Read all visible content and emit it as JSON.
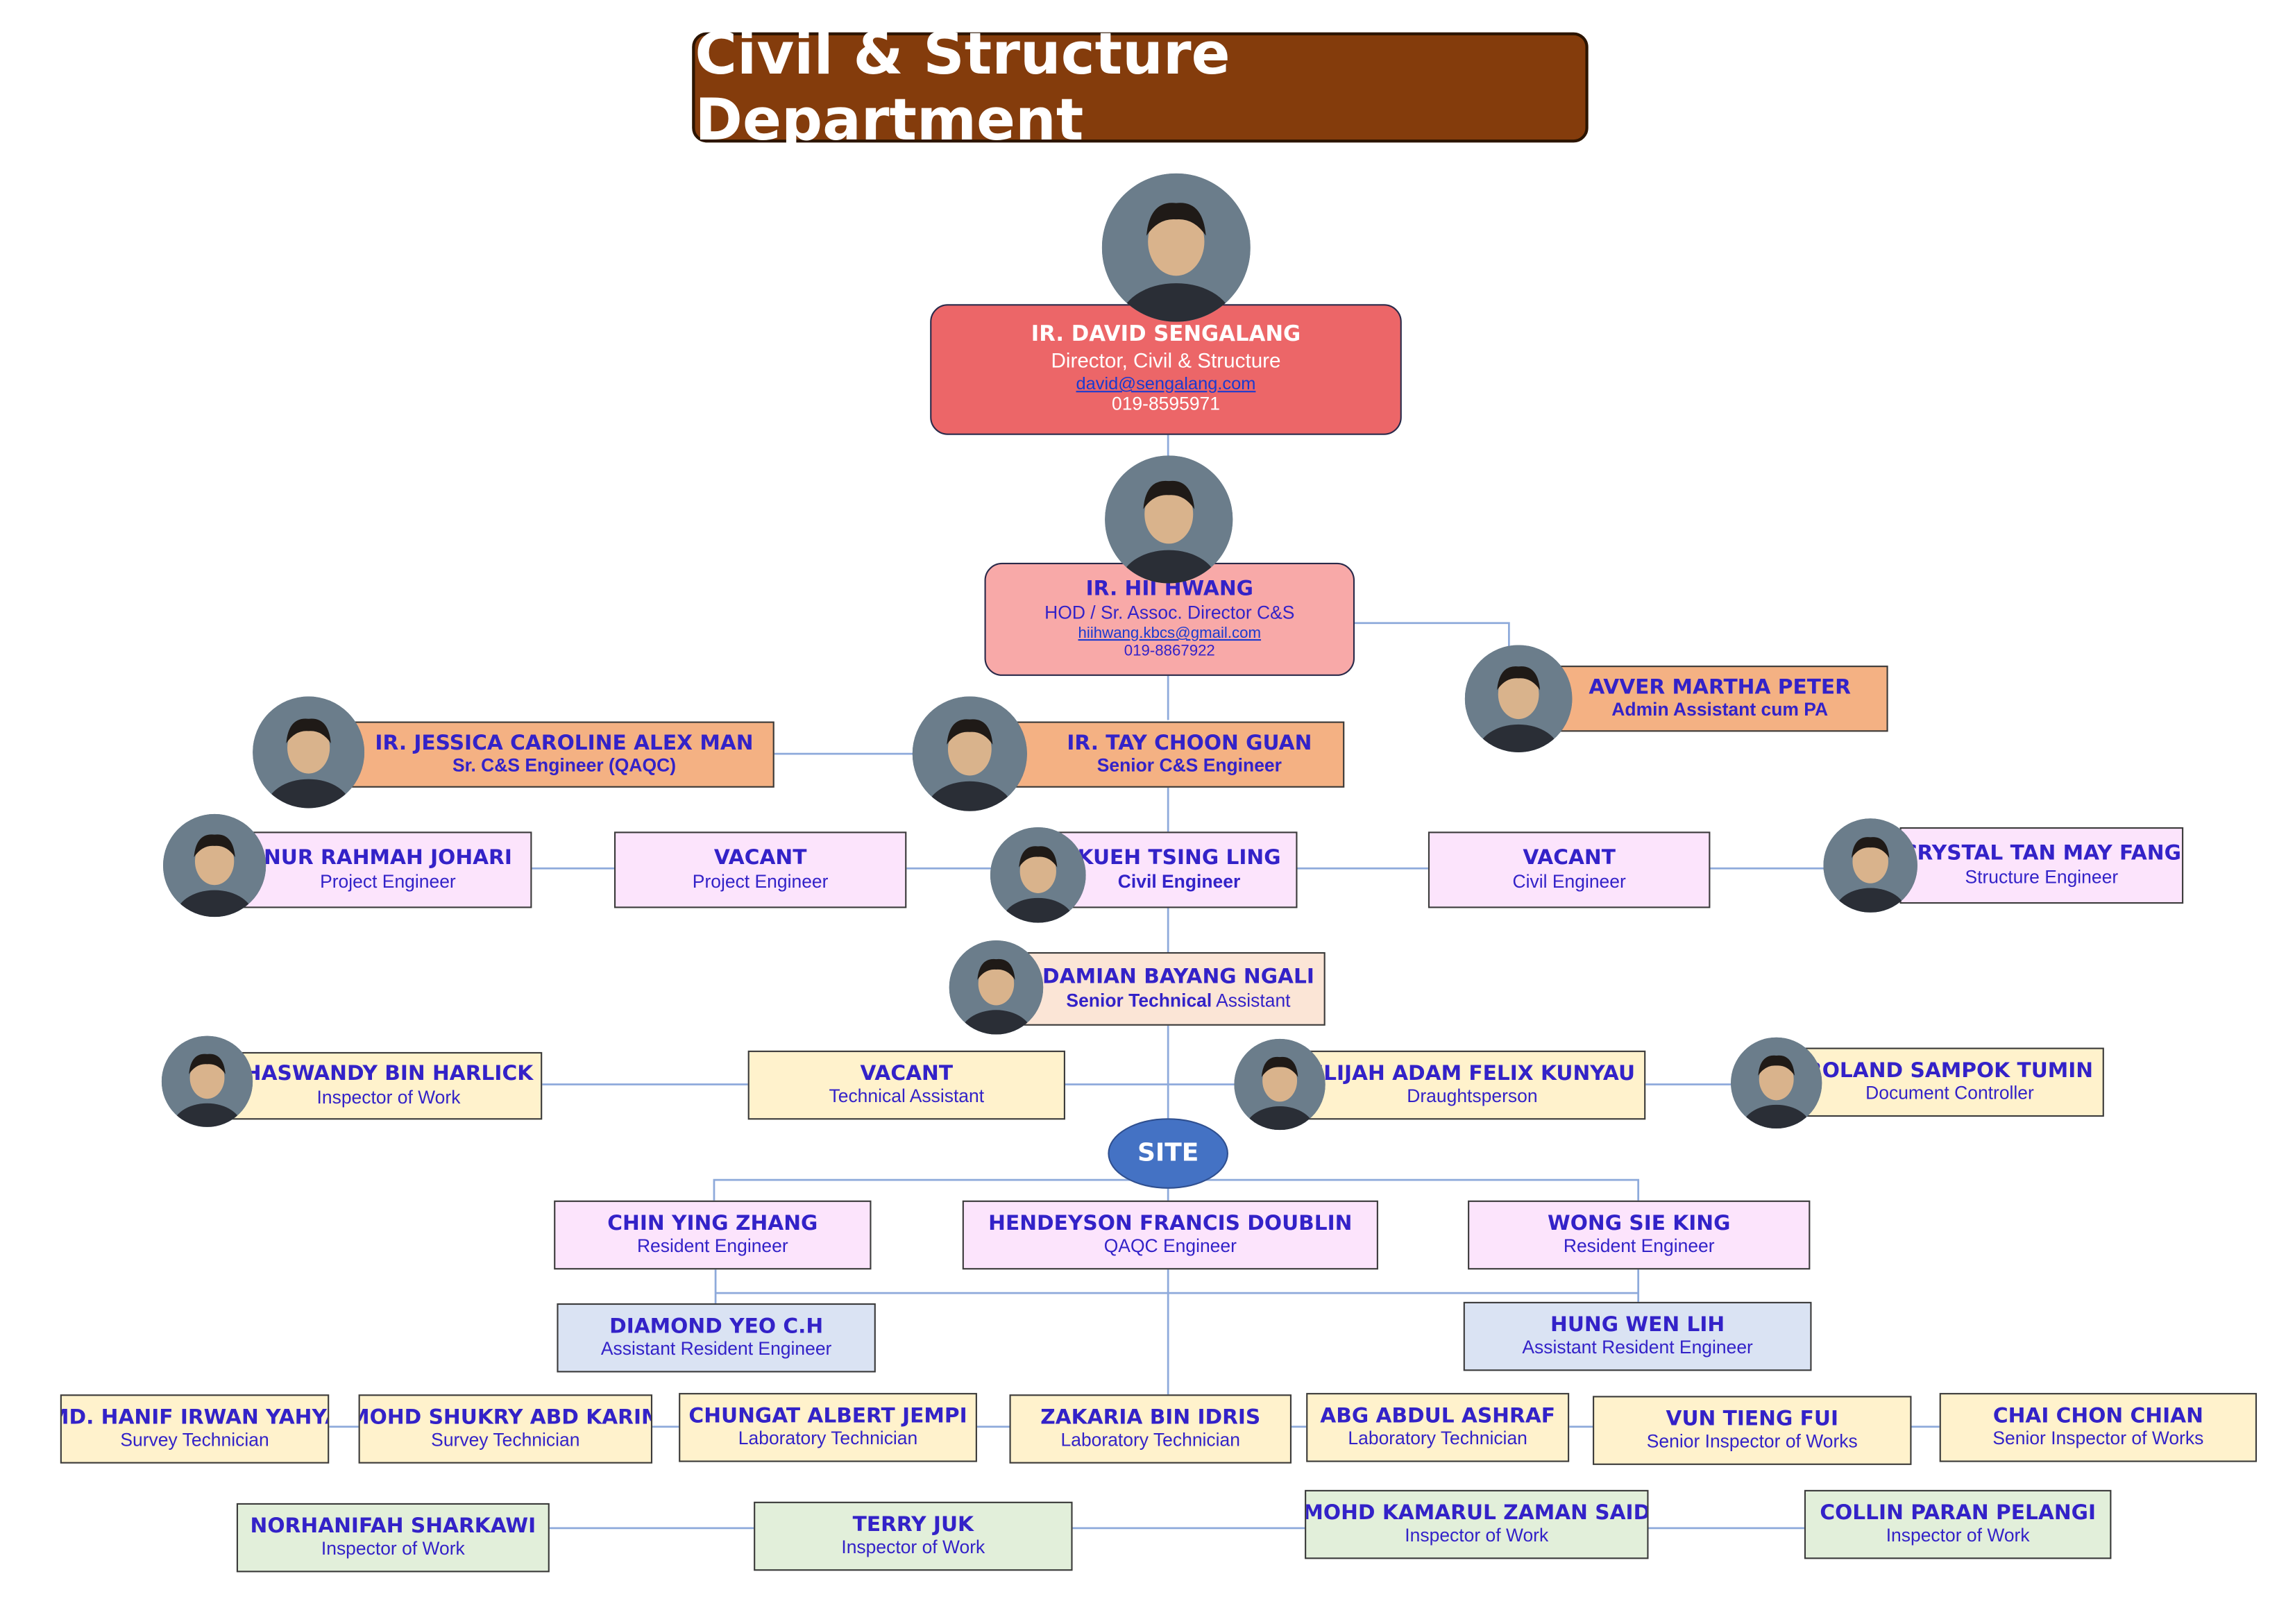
{
  "title": "Civil & Structure Department",
  "site_label": "SITE",
  "colors": {
    "title_bg": "#843c0c",
    "director_box": "#ec6668",
    "hod_box": "#f8a9a8",
    "senior_box": "#f4b183",
    "engineer_box": "#fce4fc",
    "technical_box": "#fff2cc",
    "assistant_resident_box": "#dae3f3",
    "inspector_box": "#e2efda",
    "site_node": "#4472c4",
    "name_text": "#3322c8",
    "connector": "#8eaadb"
  },
  "director": {
    "name": "IR. DAVID SENGALANG",
    "role": "Director,  Civil & Structure",
    "email": "david@sengalang.com",
    "phone": "019-8595971"
  },
  "hod": {
    "name": "IR. HII HWANG",
    "role": "HOD / Sr. Assoc. Director C&S",
    "email": "hiihwang.kbcs@gmail.com",
    "phone": "019-8867922"
  },
  "people": {
    "avver": {
      "name": "AVVER MARTHA PETER",
      "role": "Admin Assistant cum PA"
    },
    "jessica": {
      "name": "IR. JESSICA CAROLINE ALEX MAN",
      "role": "Sr. C&S Engineer (QAQC)"
    },
    "tay": {
      "name": "IR. TAY CHOON GUAN",
      "role": "Senior C&S Engineer"
    },
    "nur": {
      "name": "NUR RAHMAH JOHARI",
      "role": "Project Engineer"
    },
    "vacant_pe": {
      "name": "VACANT",
      "role": "Project Engineer"
    },
    "kueh": {
      "name": "KUEH TSING LING",
      "role": "Civil Engineer"
    },
    "vacant_ce": {
      "name": "VACANT",
      "role": "Civil Engineer"
    },
    "crystal": {
      "name": "CRYSTAL TAN MAY FANG",
      "role": "Structure Engineer"
    },
    "damian": {
      "name": "DAMIAN BAYANG NGALI",
      "role_a": "Senior Technical",
      "role_b": " Assistant"
    },
    "haswandy": {
      "name": "HASWANDY BIN HARLICK",
      "role": "Inspector of Work"
    },
    "vacant_ta": {
      "name": "VACANT",
      "role": "Technical Assistant"
    },
    "elijah": {
      "name": "ELIJAH ADAM FELIX KUNYAU",
      "role": "Draughtsperson"
    },
    "roland": {
      "name": "ROLAND SAMPOK TUMIN",
      "role": "Document Controller"
    },
    "chin": {
      "name": "CHIN YING ZHANG",
      "role": "Resident Engineer"
    },
    "hendeyson": {
      "name": "HENDEYSON FRANCIS DOUBLIN",
      "role": "QAQC Engineer"
    },
    "wong": {
      "name": "WONG SIE KING",
      "role": "Resident Engineer"
    },
    "diamond": {
      "name": "DIAMOND YEO C.H",
      "role": "Assistant Resident Engineer"
    },
    "hung": {
      "name": "HUNG WEN LIH",
      "role": "Assistant Resident Engineer"
    },
    "hanif": {
      "name": "MD. HANIF IRWAN YAHYA",
      "role": "Survey Technician"
    },
    "shukry": {
      "name": "MOHD SHUKRY ABD KARIM",
      "role": "Survey Technician"
    },
    "chungat": {
      "name": "CHUNGAT ALBERT JEMPI",
      "role": "Laboratory Technician"
    },
    "zakaria": {
      "name": "ZAKARIA BIN IDRIS",
      "role": "Laboratory Technician"
    },
    "abg": {
      "name": "ABG ABDUL ASHRAF",
      "role": "Laboratory Technician"
    },
    "vun": {
      "name": "VUN TIENG FUI",
      "role": "Senior Inspector of Works"
    },
    "chai": {
      "name": "CHAI CHON CHIAN",
      "role": "Senior Inspector of Works"
    },
    "norhanifah": {
      "name": "NORHANIFAH SHARKAWI",
      "role": "Inspector of Work"
    },
    "terry": {
      "name": "TERRY JUK",
      "role": "Inspector of Work"
    },
    "kamarul": {
      "name": "MOHD KAMARUL ZAMAN SAID",
      "role": "Inspector of Work"
    },
    "collin": {
      "name": "COLLIN PARAN PELANGI",
      "role": "Inspector of Work"
    }
  }
}
